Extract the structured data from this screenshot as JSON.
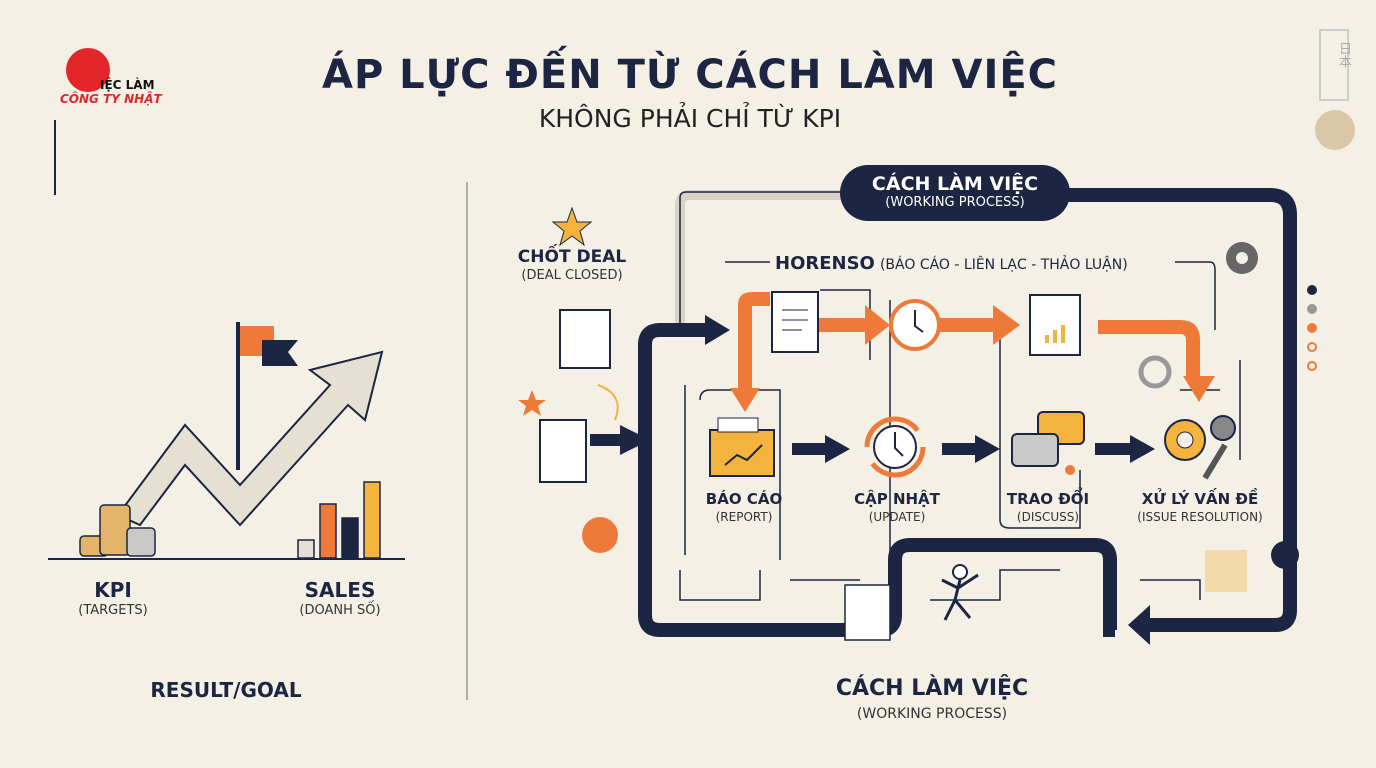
{
  "logo": {
    "line1": "IỆC LÀM",
    "line2": "CÔNG TY NHẬT"
  },
  "header": {
    "title": "ÁP LỰC ĐẾN TỪ CÁCH LÀM VIỆC",
    "subtitle": "KHÔNG PHẢI CHỈ TỪ KPI"
  },
  "left": {
    "kpi": "KPI",
    "kpi_sub": "(TARGETS)",
    "sales": "SALES",
    "sales_sub": "(DOANH SỐ)",
    "footer": "RESULT/GOAL"
  },
  "right": {
    "pill_title": "CÁCH LÀM VIỆC",
    "pill_sub": "(WORKING PROCESS)",
    "deal": "CHỐT DEAL",
    "deal_sub": "(DEAL CLOSED)",
    "horenso": "HORENSO",
    "horenso_sub": "(BÁO CÁO - LIÊN LẠC - THẢO LUẬN)",
    "steps": [
      {
        "label": "BÁO CÁO",
        "sub": "(REPORT)"
      },
      {
        "label": "CẬP NHẬT",
        "sub": "(UPDATE)"
      },
      {
        "label": "TRAO ĐỔI",
        "sub": "(DISCUSS)"
      },
      {
        "label": "XỬ LÝ VẤN ĐỀ",
        "sub": "(ISSUE RESOLUTION)"
      }
    ],
    "footer": "CÁCH LÀM VIỆC",
    "footer_sub": "(WORKING PROCESS)"
  },
  "deco": {
    "stamp": "日本"
  },
  "colors": {
    "navy": "#1c2541",
    "orange": "#ee7a3a",
    "yellow": "#f4b33c",
    "bg": "#f4f0e6"
  }
}
